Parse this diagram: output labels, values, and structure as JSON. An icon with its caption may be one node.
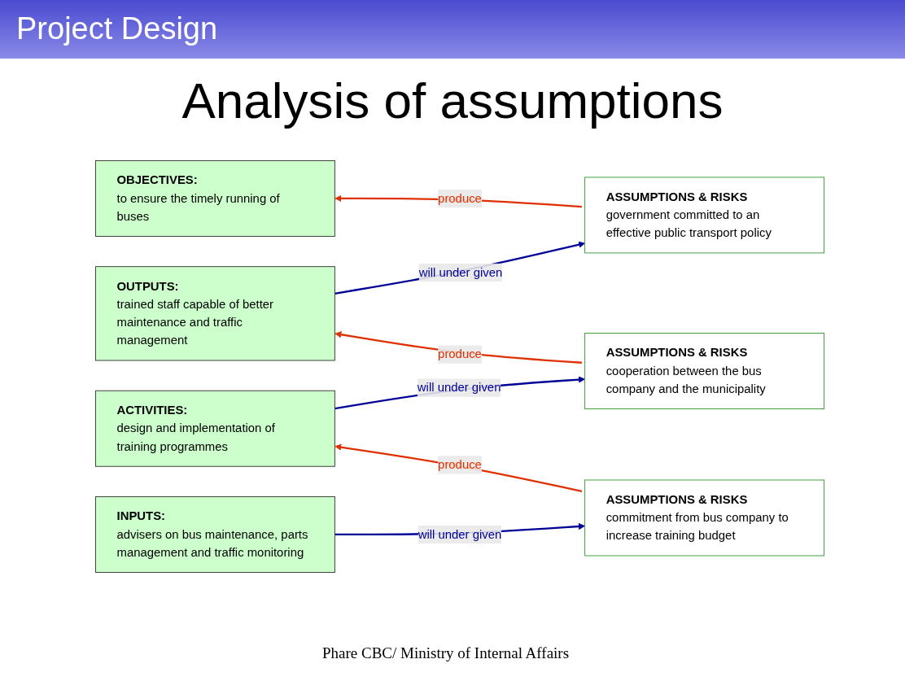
{
  "diagram": {
    "title": "Analysis of assumptions",
    "nodes": [
      {
        "text": [
          "OBJECTIVES:",
          "to ensure the timely running of buses"
        ]
      },
      {
        "text": [
          "OUTPUTS:",
          "trained staff capable of better maintenance and traffic management"
        ]
      },
      {
        "text": [
          "ACTIVITIES:",
          "design and implementation of training programmes"
        ]
      },
      {
        "text": [
          "INPUTS:",
          "advisers on bus maintenance, parts management and traffic monitoring"
        ]
      },
      {
        "text": [
          "ASSUMPTIONS & RISKS",
          "government committed to an effective public transport policy"
        ]
      },
      {
        "text": [
          "ASSUMPTIONS & RISKS",
          "cooperation between the bus company and the municipality"
        ]
      },
      {
        "text": [
          "ASSUMPTIONS & RISKS",
          "commitment from bus company to increase training budget"
        ]
      }
    ],
    "edges": [
      {
        "from": 4,
        "to": 0,
        "arrow": "to",
        "label": "produce",
        "color": "#e03000"
      },
      {
        "from": 1,
        "to": 4,
        "arrow": "to",
        "label": "will under given",
        "color": "#000099"
      },
      {
        "from": 5,
        "to": 1,
        "arrow": "to",
        "label": "produce",
        "color": "#e03000"
      },
      {
        "from": 2,
        "to": 5,
        "arrow": "to",
        "label": "will under given",
        "color": "#000099"
      },
      {
        "from": 6,
        "to": 2,
        "arrow": "to",
        "label": "produce",
        "color": "#e03000"
      },
      {
        "from": 3,
        "to": 6,
        "arrow": "to",
        "label": "will under given",
        "color": "#000099"
      }
    ],
    "labels": [
      "Project Design",
      "Phare CBC/ Ministry of Internal Affairs"
    ]
  }
}
